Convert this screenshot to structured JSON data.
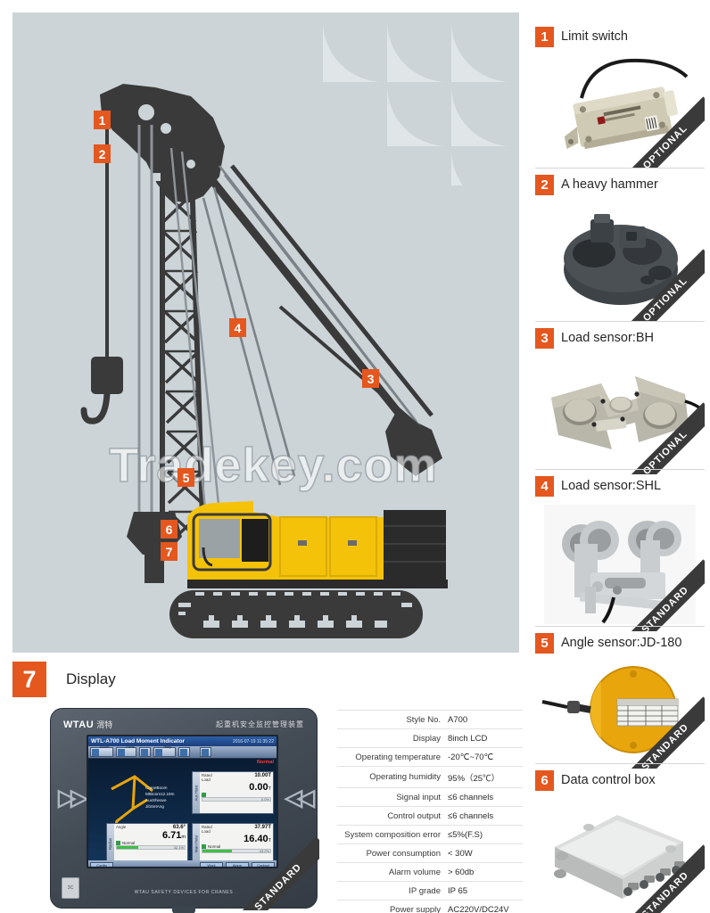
{
  "watermark": "Tradekey.com",
  "colors": {
    "badge_orange": "#e4571f",
    "hero_bg": "#ccd4d8",
    "crane_yellow": "#f5c20a",
    "crane_dark": "#3a3a3a"
  },
  "hero": {
    "markers": [
      {
        "n": "1"
      },
      {
        "n": "2"
      },
      {
        "n": "3"
      },
      {
        "n": "4"
      },
      {
        "n": "5"
      },
      {
        "n": "6"
      },
      {
        "n": "7"
      }
    ]
  },
  "rail": [
    {
      "n": "1",
      "title": "Limit switch",
      "ribbon": "OPTIONAL",
      "photo": "limit-switch-photo"
    },
    {
      "n": "2",
      "title": "A heavy hammer",
      "ribbon": "OPTIONAL",
      "photo": "heavy-hammer-photo"
    },
    {
      "n": "3",
      "title": "Load sensor:BH",
      "ribbon": "OPTIONAL",
      "photo": "load-sensor-bh-photo"
    },
    {
      "n": "4",
      "title": "Load sensor:SHL",
      "ribbon": "STANDARD",
      "photo": "load-sensor-shl-photo"
    },
    {
      "n": "5",
      "title": "Angle sensor:JD-180",
      "ribbon": "STANDARD",
      "photo": "angle-sensor-photo"
    },
    {
      "n": "6",
      "title": "Data control box",
      "ribbon": "STANDARD",
      "photo": "data-control-box-photo"
    }
  ],
  "bottom": {
    "n": "7",
    "title": "Display",
    "ribbon": "STANDARD"
  },
  "device": {
    "brand": "WTAU",
    "brand_cn": "渭特",
    "title_cn": "起重机安全监控管理装置",
    "caption": "WTAU SAFETY DEVICES FOR CRANES",
    "logo_text": "3C",
    "screen": {
      "title": "WTL-A700 Load Moment Indicator",
      "datetime": "2016-07-19 11:35:22",
      "alarm": "Normal",
      "toolbar": [
        {
          "label1": "Boom",
          "label2": "13.19m"
        },
        {
          "label1": "Parts",
          "label2": "08"
        },
        {
          "label1": "",
          "label2": ""
        },
        {
          "label1": "Temp",
          "label2": "36.2°C"
        },
        {
          "label1": "",
          "label2": ""
        },
        {
          "label1": "",
          "label2": ""
        }
      ],
      "labels": [
        "CraneBoom",
        "MtBoom12.19m",
        "AuxSheave",
        "JibSetAng"
      ],
      "gauges": [
        {
          "name": "Aux Hoist",
          "rated_label": "Rated\nLoad",
          "rated_value": "10.00T",
          "value": "0.00",
          "unit": "T",
          "status": "",
          "percent": "0.0%",
          "bar": 0
        },
        {
          "name": "Radius",
          "rated_label": "Angle",
          "rated_value": "63.6°",
          "value": "6.71",
          "unit": "m",
          "status": "Normal",
          "percent": "32.1%",
          "bar": 32
        },
        {
          "name": "Main Hoist",
          "rated_label": "Rated\nLoad",
          "rated_value": "37.97T",
          "value": "16.40",
          "unit": "T",
          "status": "Normal",
          "percent": "43.2%",
          "bar": 43
        }
      ],
      "footer_buttons": [
        "Config",
        "Work",
        "Alarm",
        "Contact"
      ]
    }
  },
  "spec": {
    "rows": [
      {
        "key": "Style No.",
        "value": "A700"
      },
      {
        "key": "Display",
        "value": "8inch LCD"
      },
      {
        "key": "Operating temperature",
        "value": "-20℃~70℃"
      },
      {
        "key": "Operating humidity",
        "value": "95%（25℃）"
      },
      {
        "key": "Signal input",
        "value": "≤6 channels"
      },
      {
        "key": "Control output",
        "value": "≤6 channels"
      },
      {
        "key": "System composition error",
        "value": "≤5%(F.S)"
      },
      {
        "key": "Power consumption",
        "value": "< 30W"
      },
      {
        "key": "Alarm volume",
        "value": "> 60db"
      },
      {
        "key": "IP grade",
        "value": "IP 65"
      },
      {
        "key": "Power supply",
        "value": "AC220V/DC24V"
      }
    ]
  }
}
